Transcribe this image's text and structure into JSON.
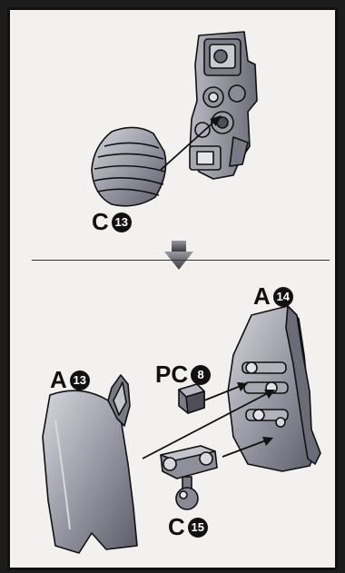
{
  "labels": {
    "top_c": {
      "letter": "C",
      "num": "13"
    },
    "a14": {
      "letter": "A",
      "num": "14"
    },
    "a13": {
      "letter": "A",
      "num": "13"
    },
    "pc8": {
      "letter": "PC",
      "num": "8"
    },
    "c15": {
      "letter": "C",
      "num": "15"
    }
  },
  "colors": {
    "part_fill": "#8b8b98",
    "part_dark": "#5a5a66",
    "part_light": "#c6c6cf",
    "arrow_fill": "#4d4d55",
    "outline": "#111111"
  },
  "icons": [
    "step-arrow-icon",
    "assembly-arrow-icon"
  ]
}
